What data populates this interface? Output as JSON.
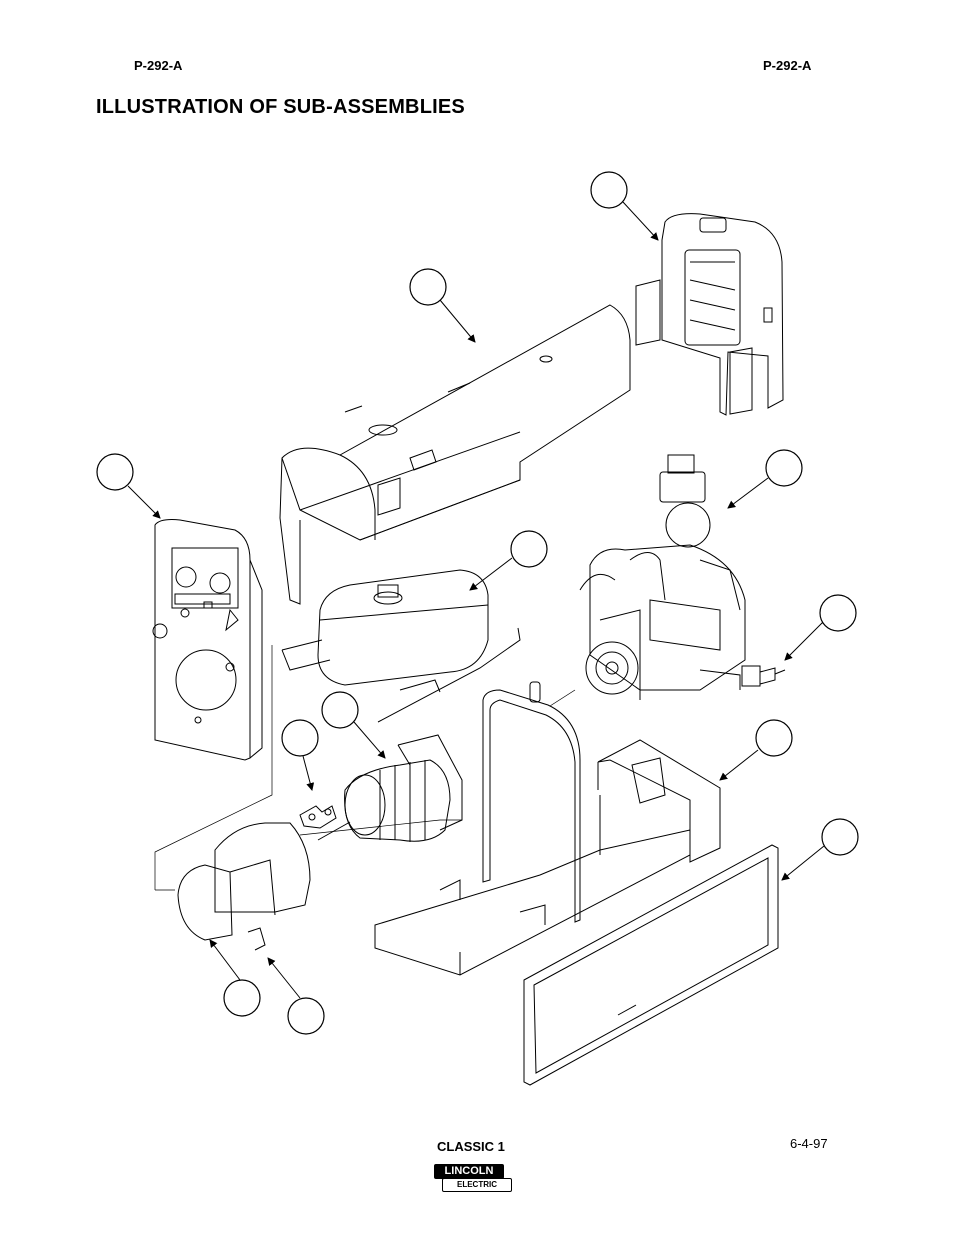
{
  "header": {
    "left_code": "P-292-A",
    "right_code": "P-292-A"
  },
  "title": "ILLUSTRATION OF SUB-ASSEMBLIES",
  "footer": {
    "model": "CLASSIC 1",
    "date": "6-4-97"
  },
  "logo": {
    "line1": "LINCOLN",
    "line2": "ELECTRIC"
  }
}
